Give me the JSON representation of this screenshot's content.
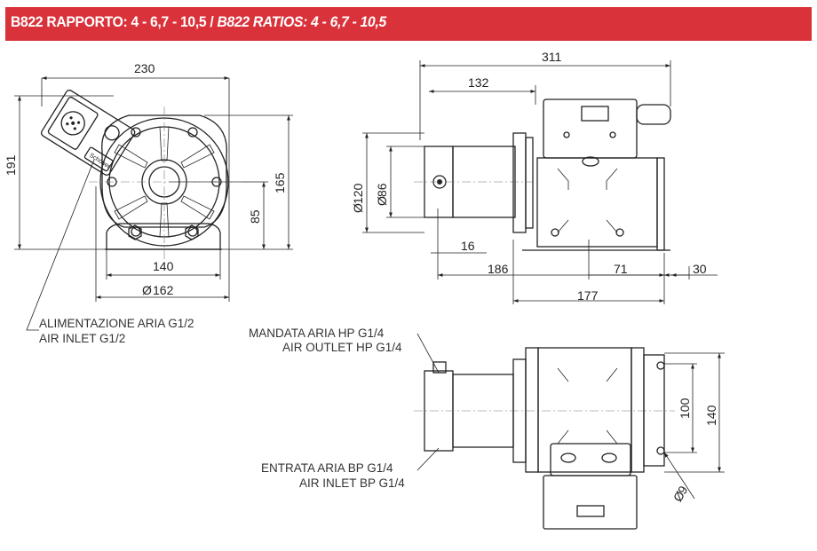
{
  "header": {
    "title_it": "B822 RAPPORTO: 4 - 6,7 - 10,5 / ",
    "title_en": "B822 RATIOS: 4 - 6,7 - 10,5",
    "color": "#d9323a"
  },
  "front_view": {
    "dims": {
      "width": "230",
      "height": "191",
      "h165": "165",
      "h85": "85",
      "base": "140",
      "diameter": "162"
    },
    "plate_text": "Schöner",
    "label_it": "ALIMENTAZIONE ARIA G1/2",
    "label_en": "AIR INLET G1/2"
  },
  "side_view": {
    "dims": {
      "length": "311",
      "l132": "132",
      "d120": "120",
      "d86": "86",
      "l16": "16",
      "l186": "186",
      "l71": "71",
      "l30": "30",
      "l177": "177"
    }
  },
  "top_view": {
    "dims": {
      "w100": "100",
      "w140": "140",
      "hole": "9"
    },
    "outlet_it": "MANDATA ARIA HP G1/4",
    "outlet_en": "AIR OUTLET HP G1/4",
    "inlet_it": "ENTRATA ARIA BP G1/4",
    "inlet_en": "AIR INLET BP G1/4"
  }
}
